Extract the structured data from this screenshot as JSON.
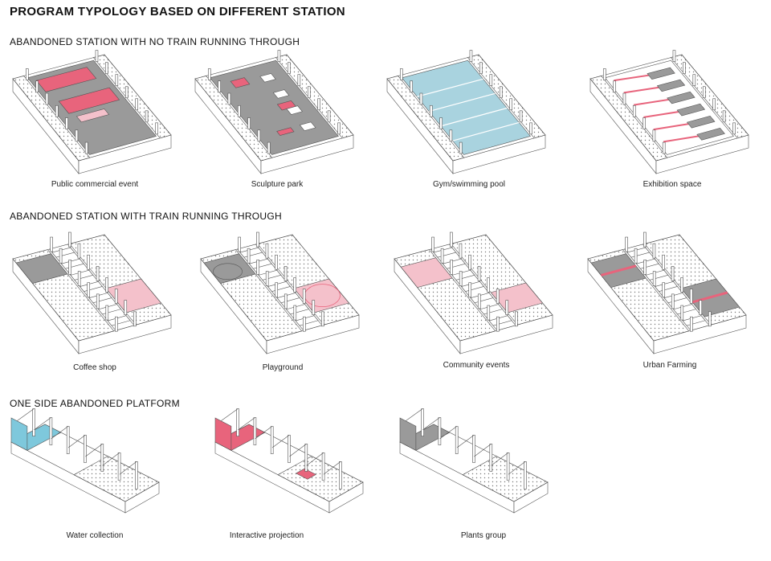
{
  "title": "PROGRAM TYPOLOGY BASED ON DIFFERENT STATION",
  "colors": {
    "program": "#e8647c",
    "program_light": "#f4c1cb",
    "water": "#a9d3df",
    "water_bright": "#7ec8dc",
    "floor_gray": "#9a9a9a",
    "line": "#555555"
  },
  "sections": [
    {
      "heading": "ABANDONED STATION WITH NO TRAIN RUNNING THROUGH",
      "programs": [
        {
          "label": "Public commercial event",
          "icon": "station-axonometric-commercial"
        },
        {
          "label": "Sculpture park",
          "icon": "station-axonometric-sculpture"
        },
        {
          "label": "Gym/swimming pool",
          "icon": "station-axonometric-pool"
        },
        {
          "label": "Exhibition space",
          "icon": "station-axonometric-exhibition"
        }
      ]
    },
    {
      "heading": "ABANDONED STATION WITH TRAIN RUNNING THROUGH",
      "programs": [
        {
          "label": "Coffee shop",
          "icon": "station-axonometric-coffee"
        },
        {
          "label": "Playground",
          "icon": "station-axonometric-playground"
        },
        {
          "label": "Community events",
          "icon": "station-axonometric-community"
        },
        {
          "label": "Urban Farming",
          "icon": "station-axonometric-farming"
        }
      ]
    },
    {
      "heading": "ONE SIDE ABANDONED PLATFORM",
      "programs": [
        {
          "label": "Water collection",
          "icon": "station-axonometric-water"
        },
        {
          "label": "Interactive projection",
          "icon": "station-axonometric-projection"
        },
        {
          "label": "Plants group",
          "icon": "station-axonometric-plants"
        }
      ]
    }
  ]
}
